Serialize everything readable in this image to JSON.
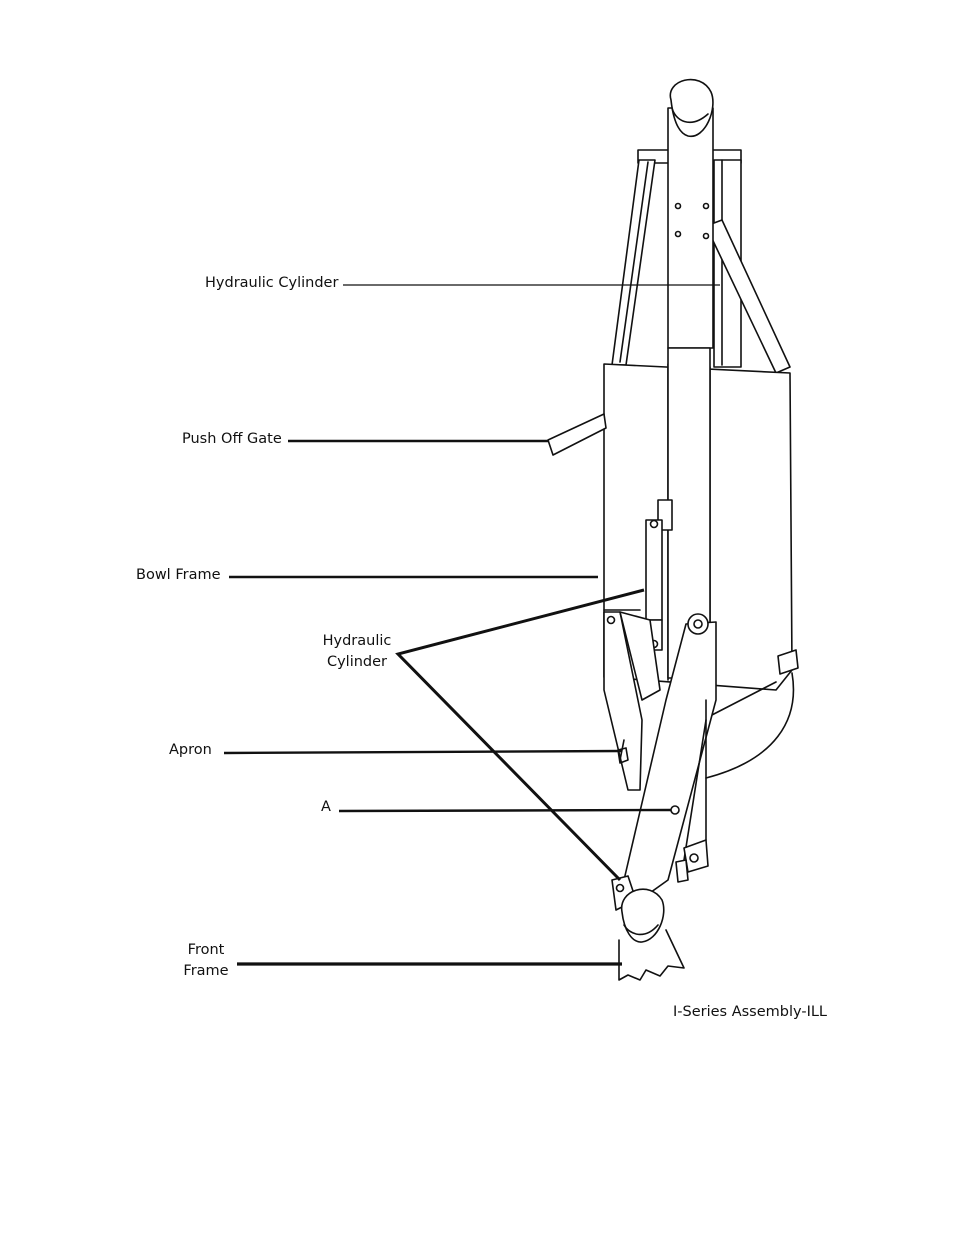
{
  "labels": {
    "hydraulic_cylinder_top": "Hydraulic Cylinder",
    "push_off_gate": "Push Off Gate",
    "bowl_frame": "Bowl Frame",
    "hydraulic_cylinder_mid_line1": "Hydraulic",
    "hydraulic_cylinder_mid_line2": "Cylinder",
    "apron": "Apron",
    "point_a": "A",
    "front_frame_line1": "Front",
    "front_frame_line2": "Frame"
  },
  "caption": "I-Series Assembly-ILL"
}
